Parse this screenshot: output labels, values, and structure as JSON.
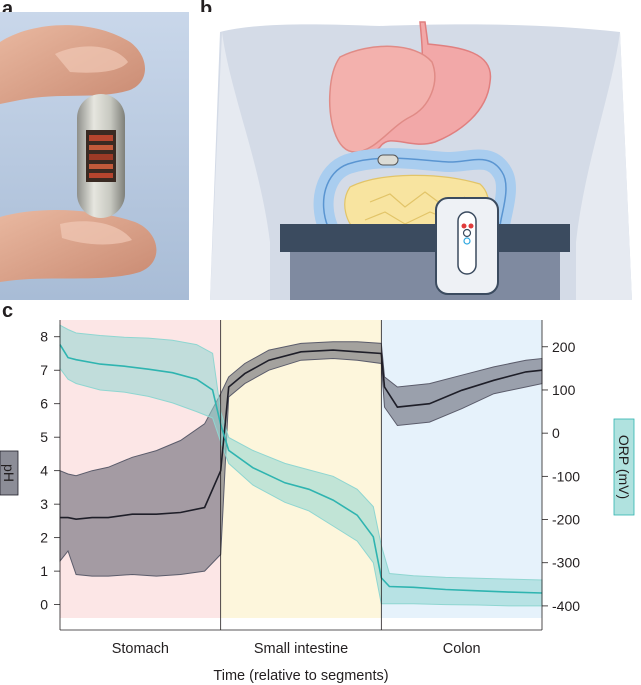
{
  "panels": {
    "a": "a",
    "b": "b",
    "c": "c"
  },
  "illustration_icons": {
    "photo": "capsule-in-fingers-photo",
    "anatomy": "abdomen-anatomy-illustration",
    "receiver": "wearable-receiver-device"
  },
  "chart_data": {
    "type": "area",
    "xlabel": "Time (relative to segments)",
    "ylabel_left": "pH",
    "ylabel_right": "ORP (mV)",
    "categories": [
      "Stomach",
      "Small intestine",
      "Colon"
    ],
    "segment_colors": [
      "#fce6e6",
      "#fdf6dc",
      "#e6f2fb"
    ],
    "y_left": {
      "lim": [
        -0.4,
        8.5
      ],
      "ticks": [
        0,
        1,
        2,
        3,
        4,
        5,
        6,
        7,
        8
      ]
    },
    "y_right": {
      "lim": [
        -428,
        262
      ],
      "ticks": [
        200,
        100,
        0,
        -100,
        -200,
        -300,
        -400
      ]
    },
    "series": [
      {
        "name": "pH",
        "axis": "left",
        "color": "#1e1e28",
        "band_color": "#5b5c6b",
        "x": [
          0,
          0.05,
          0.1,
          0.2,
          0.3,
          0.45,
          0.6,
          0.75,
          0.9,
          1.0,
          1.05,
          1.15,
          1.3,
          1.5,
          1.7,
          1.85,
          2.0,
          2.02,
          2.1,
          2.3,
          2.5,
          2.7,
          2.9,
          3.0
        ],
        "mean": [
          2.6,
          2.6,
          2.55,
          2.6,
          2.6,
          2.7,
          2.7,
          2.75,
          2.9,
          4.0,
          6.5,
          6.9,
          7.3,
          7.55,
          7.6,
          7.55,
          7.5,
          6.5,
          5.9,
          6.0,
          6.4,
          6.7,
          6.95,
          7.0
        ],
        "upper": [
          4.0,
          3.9,
          3.85,
          4.0,
          4.1,
          4.4,
          4.6,
          4.9,
          5.4,
          6.3,
          6.8,
          7.2,
          7.6,
          7.8,
          7.85,
          7.85,
          7.8,
          6.8,
          6.5,
          6.6,
          6.85,
          7.1,
          7.3,
          7.35
        ],
        "lower": [
          1.3,
          1.6,
          0.9,
          0.85,
          0.85,
          0.9,
          0.85,
          0.9,
          1.0,
          1.5,
          6.2,
          6.6,
          7.0,
          7.3,
          7.35,
          7.3,
          7.2,
          5.9,
          5.35,
          5.45,
          5.85,
          6.3,
          6.5,
          6.6
        ]
      },
      {
        "name": "ORP",
        "axis": "right",
        "color": "#2fb4b0",
        "band_color": "#8fd6d1",
        "x": [
          0,
          0.05,
          0.1,
          0.25,
          0.4,
          0.55,
          0.7,
          0.85,
          0.95,
          1.0,
          1.05,
          1.2,
          1.4,
          1.55,
          1.7,
          1.85,
          1.95,
          2.0,
          2.05,
          2.2,
          2.4,
          2.6,
          2.8,
          3.0
        ],
        "mean": [
          205,
          175,
          170,
          160,
          155,
          148,
          140,
          125,
          100,
          20,
          -40,
          -80,
          -115,
          -130,
          -155,
          -190,
          -240,
          -335,
          -355,
          -357,
          -362,
          -365,
          -368,
          -370
        ],
        "upper": [
          250,
          240,
          232,
          226,
          222,
          220,
          215,
          205,
          185,
          50,
          -10,
          -40,
          -70,
          -85,
          -100,
          -130,
          -170,
          -260,
          -325,
          -330,
          -334,
          -336,
          -338,
          -340
        ],
        "lower": [
          150,
          125,
          115,
          100,
          95,
          85,
          70,
          50,
          35,
          -20,
          -70,
          -120,
          -160,
          -180,
          -215,
          -250,
          -300,
          -395,
          -395,
          -395,
          -397,
          -398,
          -400,
          -400
        ]
      }
    ]
  }
}
